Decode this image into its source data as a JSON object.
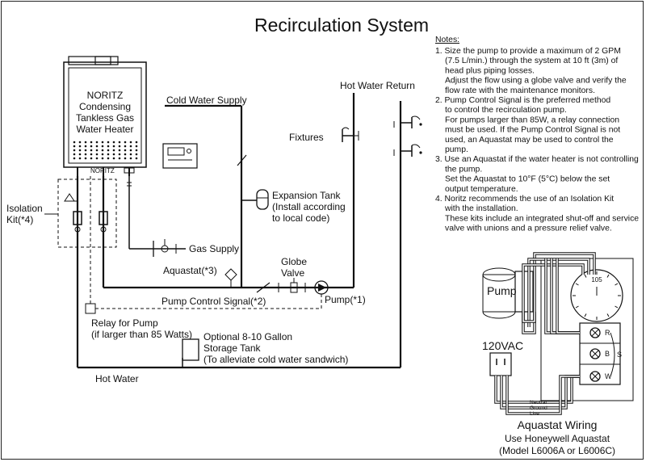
{
  "title": "Recirculation System",
  "heater": {
    "line1": "NORITZ",
    "line2": "Condensing",
    "line3": "Tankless Gas",
    "line4": "Water Heater",
    "brand": "NORITZ"
  },
  "labels": {
    "cold_water_supply": "Cold Water Supply",
    "hot_water_return": "Hot Water Return",
    "fixtures": "Fixtures",
    "expansion_tank_1": "Expansion Tank",
    "expansion_tank_2": "(Install according",
    "expansion_tank_3": "to local code)",
    "isolation_kit_1": "Isolation",
    "isolation_kit_2": "Kit(*4)",
    "gas_supply": "Gas Supply",
    "aquastat": "Aquastat(*3)",
    "globe_valve_1": "Globe",
    "globe_valve_2": "Valve",
    "pump_control_signal": "Pump Control Signal(*2)",
    "pump": "Pump(*1)",
    "relay_1": "Relay for Pump",
    "relay_2": "(if larger than 85 Watts)",
    "storage_1": "Optional 8-10 Gallon",
    "storage_2": "Storage Tank",
    "storage_3": "(To alleviate cold water sandwich)",
    "hot_water": "Hot Water"
  },
  "notes": {
    "heading": "Notes:",
    "lines": [
      "1. Size the pump to provide a maximum of 2 GPM",
      "(7.5 L/min.) through the system at 10 ft (3m) of",
      "head plus piping losses.",
      "Adjust the flow using a globe valve and verify the",
      "flow rate with the maintenance monitors.",
      "2. Pump Control Signal is the preferred method",
      "to control the recirculation pump.",
      "For pumps larger than 85W, a relay connection",
      "must be used.  If the Pump Control Signal is not",
      "used, an Aquastat may be used to control the",
      "pump.",
      "3. Use an Aquastat if the water heater is not controlling",
      "the pump.",
      "Set the Aquastat to 10°F (5°C) below the set",
      "output temperature.",
      "4. Noritz recommends the use of an Isolation Kit",
      "with the installation.",
      "These kits include an integrated shut-off and service",
      "valve with unions and a pressure relief valve."
    ]
  },
  "wiring": {
    "pump": "Pump",
    "dial": "105",
    "voltage": "120VAC",
    "terminal_r": "R",
    "terminal_b": "B",
    "terminal_w": "W",
    "switch": "S",
    "neutral": "Neutral",
    "ground": "Ground",
    "live": "Live",
    "title": "Aquastat Wiring",
    "sub1": "Use Honeywell Aquastat",
    "sub2": "(Model L6006A or L6006C)"
  }
}
